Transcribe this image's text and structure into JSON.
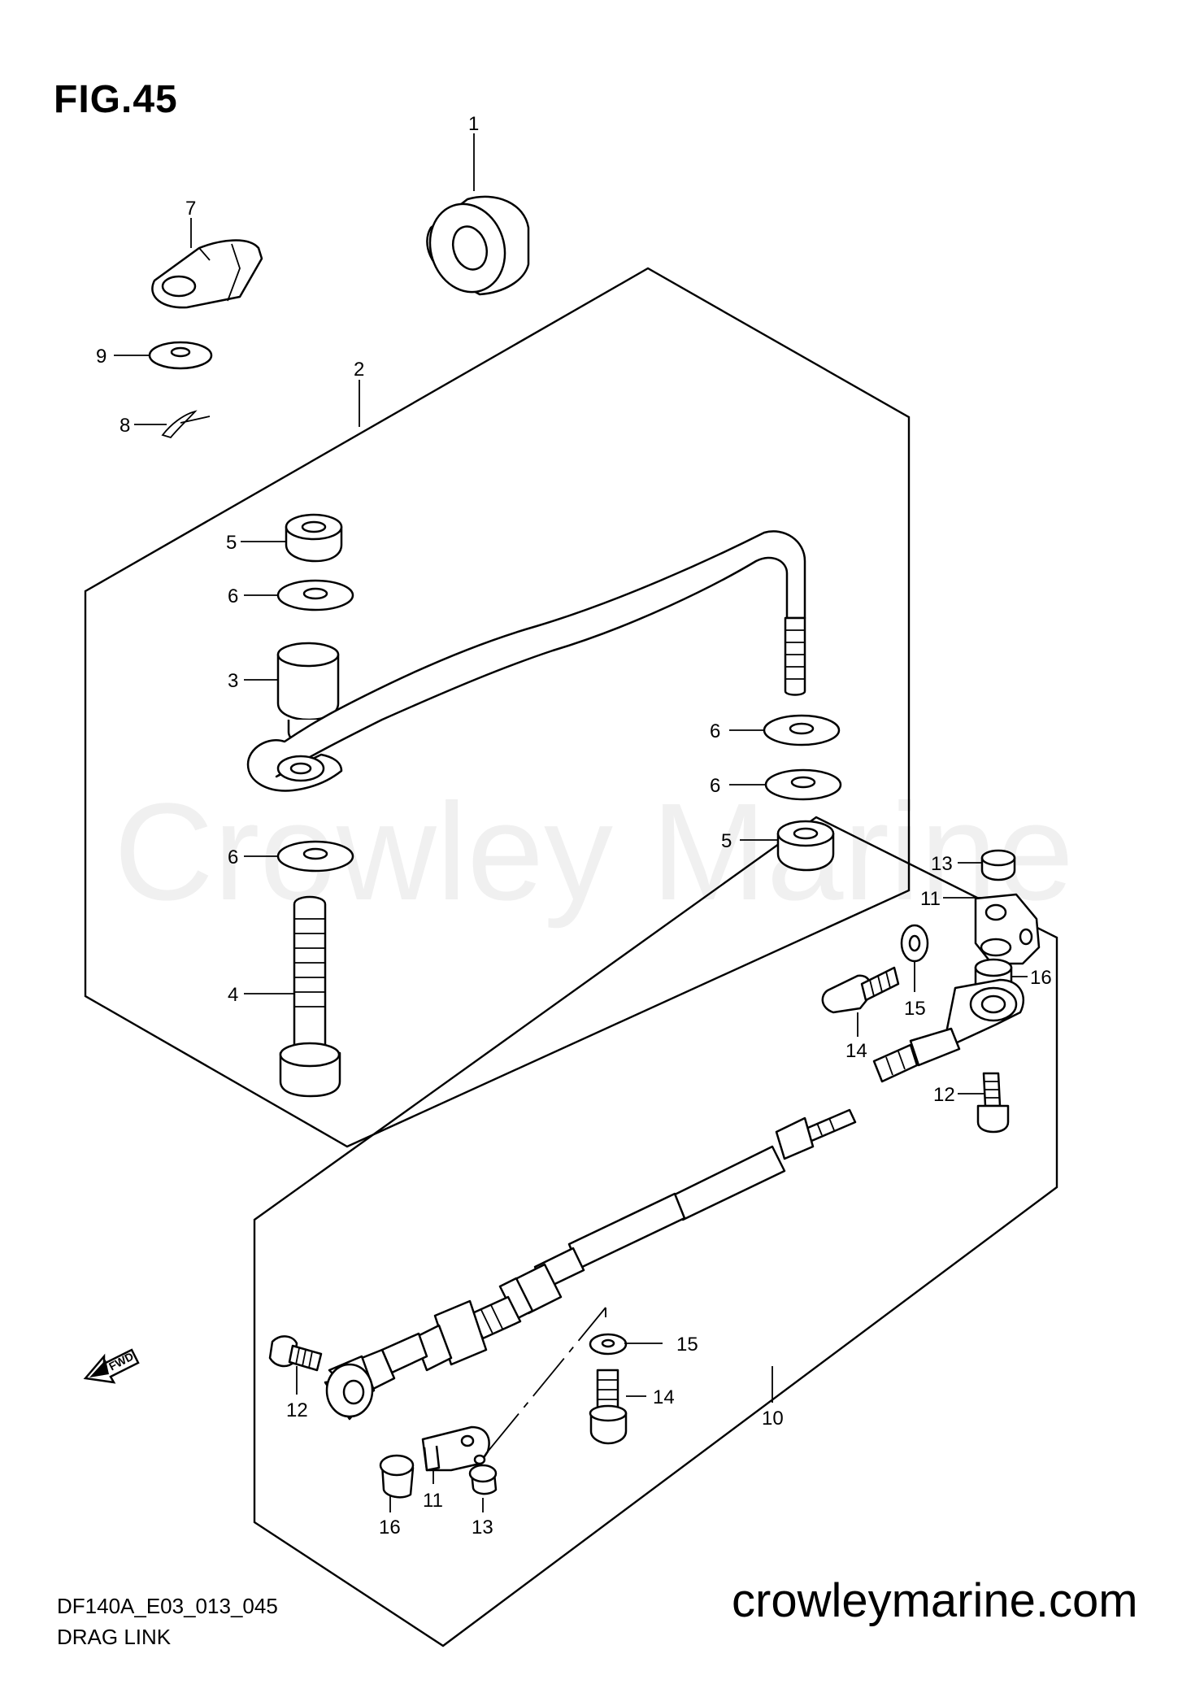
{
  "figure": {
    "title": "FIG.45",
    "code": "DF140A_E03_013_045",
    "name": "DRAG LINK",
    "website": "crowleymarine.com",
    "watermark": "Crowley Marine",
    "fwd_label": "FWD"
  },
  "callouts": {
    "c1": "1",
    "c2": "2",
    "c3": "3",
    "c4": "4",
    "c5a": "5",
    "c5b": "5",
    "c6a": "6",
    "c6b": "6",
    "c6c": "6",
    "c6d": "6",
    "c7": "7",
    "c8": "8",
    "c9": "9",
    "c10": "10",
    "c11a": "11",
    "c11b": "11",
    "c12a": "12",
    "c12b": "12",
    "c13a": "13",
    "c13b": "13",
    "c14a": "14",
    "c14b": "14",
    "c15a": "15",
    "c15b": "15",
    "c16a": "16",
    "c16b": "16"
  }
}
